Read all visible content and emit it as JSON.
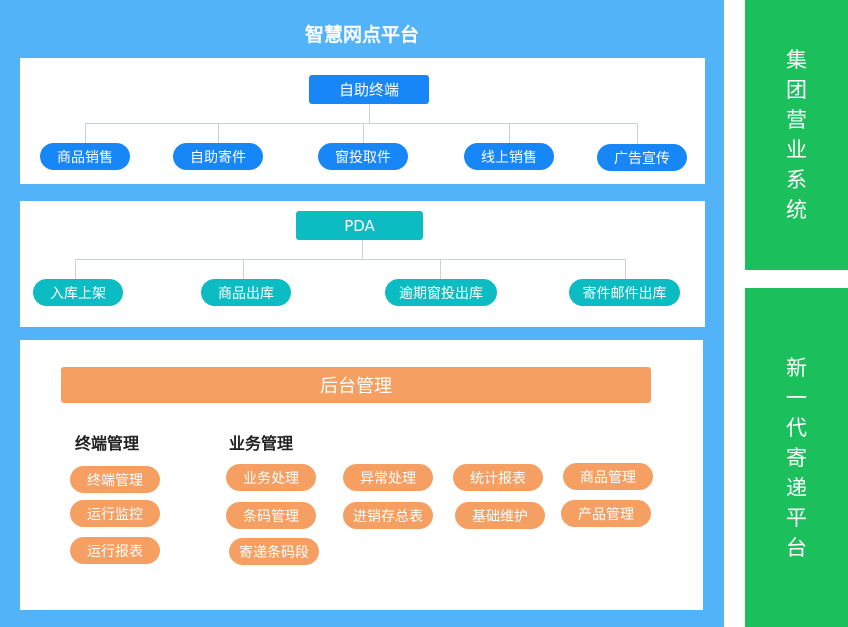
{
  "main_platform": {
    "title": "智慧网点平台",
    "terminal": {
      "root": "自助终端",
      "children": [
        "商品销售",
        "自助寄件",
        "窗投取件",
        "线上销售",
        "广告宣传"
      ]
    },
    "pda": {
      "root": "PDA",
      "children": [
        "入库上架",
        "商品出库",
        "逾期窗投出库",
        "寄件邮件出库"
      ]
    },
    "backend": {
      "root": "后台管理",
      "terminal_mgmt": {
        "title": "终端管理",
        "items": [
          "终端管理",
          "运行监控",
          "运行报表"
        ]
      },
      "business_mgmt": {
        "title": "业务管理",
        "items": [
          "业务处理",
          "异常处理",
          "统计报表",
          "商品管理",
          "条码管理",
          "进销存总表",
          "基础维护",
          "产品管理",
          "寄递条码段"
        ]
      }
    }
  },
  "side_panels": {
    "group_system": "集团营业系统",
    "new_platform": "新一代寄递平台"
  },
  "colors": {
    "main_bg": "#52b3f8",
    "terminal_blue": "#1786f6",
    "pda_teal": "#0bbcc2",
    "backend_orange": "#f59f62",
    "side_green": "#1bc05c"
  }
}
